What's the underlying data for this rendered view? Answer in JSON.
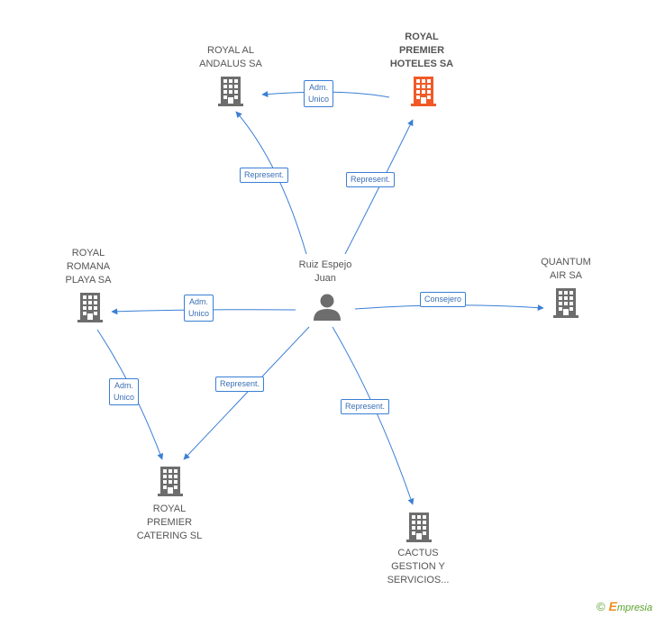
{
  "center": {
    "label_lines": [
      "Ruiz Espejo",
      "Juan"
    ],
    "icon": "person-icon"
  },
  "nodes": {
    "royal_al_andalus": {
      "label_lines": [
        "ROYAL AL",
        "ANDALUS SA"
      ],
      "icon": "building-icon"
    },
    "royal_premier_hoteles": {
      "label_lines": [
        "ROYAL",
        "PREMIER",
        "HOTELES SA"
      ],
      "icon": "building-icon"
    },
    "royal_romana_playa": {
      "label_lines": [
        "ROYAL",
        "ROMANA",
        "PLAYA SA"
      ],
      "icon": "building-icon"
    },
    "quantum_air": {
      "label_lines": [
        "QUANTUM",
        "AIR SA"
      ],
      "icon": "building-icon"
    },
    "royal_premier_catering": {
      "label_lines": [
        "ROYAL",
        "PREMIER",
        "CATERING SL"
      ],
      "icon": "building-icon"
    },
    "cactus_gestion": {
      "label_lines": [
        "CACTUS",
        "GESTION Y",
        "SERVICIOS..."
      ],
      "icon": "building-icon"
    }
  },
  "edges": {
    "hoteles_to_andalus": {
      "lines": [
        "Adm.",
        "Unico"
      ]
    },
    "juan_to_andalus": {
      "lines": [
        "Represent."
      ]
    },
    "juan_to_hoteles": {
      "lines": [
        "Represent."
      ]
    },
    "juan_to_romana": {
      "lines": [
        "Adm.",
        "Unico"
      ]
    },
    "juan_to_quantum": {
      "lines": [
        "Consejero"
      ]
    },
    "romana_to_catering": {
      "lines": [
        "Adm.",
        "Unico"
      ]
    },
    "juan_to_catering": {
      "lines": [
        "Represent."
      ]
    },
    "juan_to_cactus": {
      "lines": [
        "Represent."
      ]
    }
  },
  "colors": {
    "edge": "#3a7fd5",
    "building": "#6d6d6d",
    "highlight": "#f05a28",
    "person": "#6d6d6d"
  },
  "footer": {
    "copyright": "©",
    "brand_initial": "E",
    "brand_rest": "mpresia"
  }
}
